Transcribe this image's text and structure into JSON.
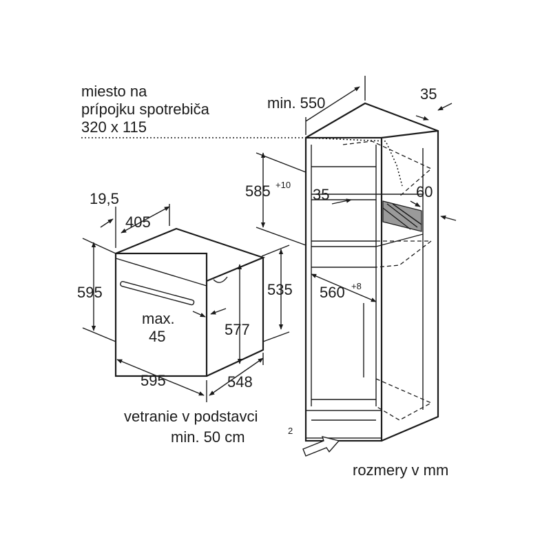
{
  "labels": {
    "connection_line1": "miesto na",
    "connection_line2": "prípojku spotrebiča",
    "connection_line3": "320 x 115",
    "min_550": "min. 550",
    "d35_top": "35",
    "d585": "585",
    "d585_tol": "+10",
    "d35_inner": "35",
    "d60": "60",
    "d19_5": "19,5",
    "d405": "405",
    "d595_height": "595",
    "d535": "535",
    "d560": "560",
    "d560_tol": "+8",
    "max_line1": "max.",
    "max_line2": "45",
    "d577": "577",
    "d595_width": "595",
    "d548": "548",
    "vent_line1": "vetranie v podstavci",
    "vent_line2": "min. 50 cm",
    "vent_sup": "2",
    "units": "rozmery v mm"
  },
  "icons": {
    "arrow": "dimension-arrow-icon",
    "vent_arrow": "airflow-arrow-icon"
  }
}
